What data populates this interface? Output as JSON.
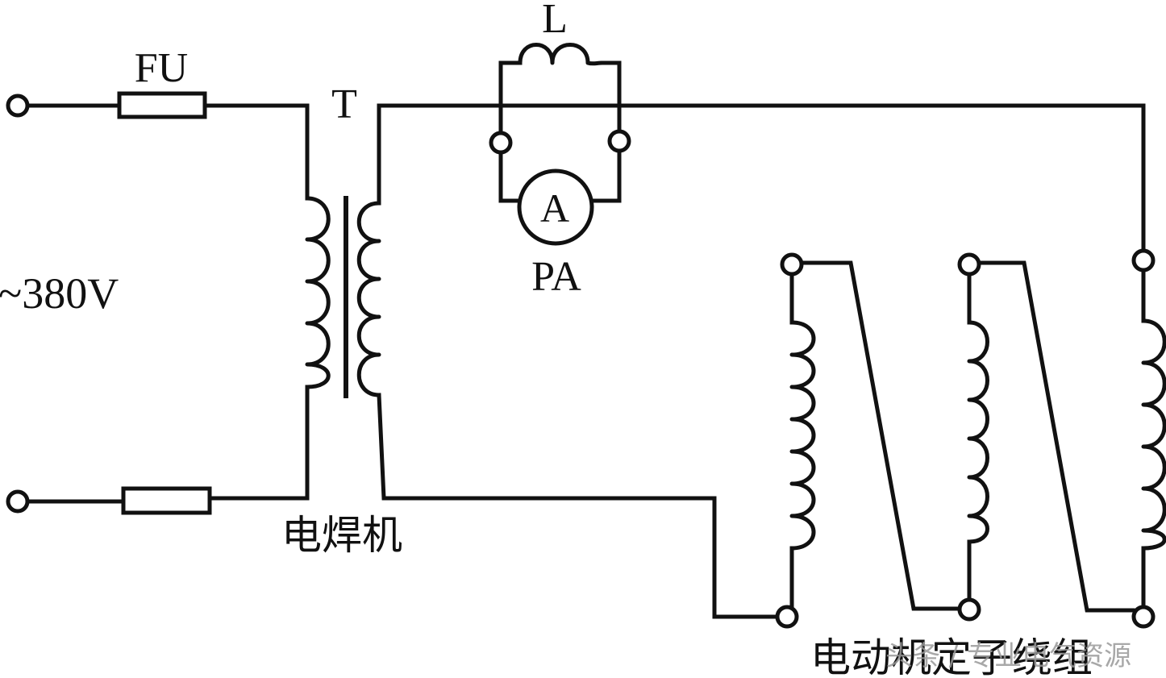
{
  "labels": {
    "fuse": "FU",
    "transformer": "T",
    "inductor": "L",
    "ammeter_symbol": "A",
    "ammeter_name": "PA",
    "supply_voltage": "~380V",
    "welder": "电焊机",
    "stator_winding": "电动机定子绕组"
  },
  "watermark": "头条 / 专业电气资源",
  "colors": {
    "line": "#111111",
    "background": "#ffffff",
    "watermark": "#9a9a9a"
  }
}
